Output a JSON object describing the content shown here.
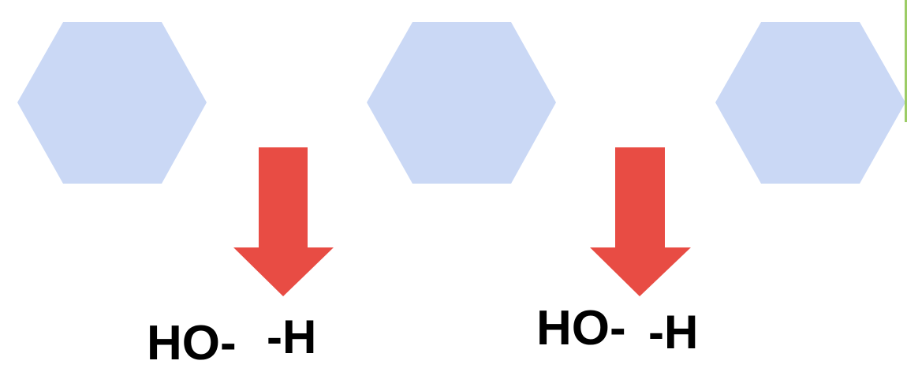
{
  "colors": {
    "background": "#ffffff",
    "ring": "#cad8f5",
    "arrow": "#e84c44",
    "text": "#000000",
    "edge_line": "#9ccc65"
  },
  "rings": [
    {
      "shape": "hexagon"
    },
    {
      "shape": "hexagon"
    },
    {
      "shape": "hexagon"
    }
  ],
  "arrows": [
    {
      "direction": "down"
    },
    {
      "direction": "down"
    }
  ],
  "labels": {
    "ho_1": "HO-",
    "h_1": "-H",
    "ho_2": "HO-",
    "h_2": "-H"
  }
}
